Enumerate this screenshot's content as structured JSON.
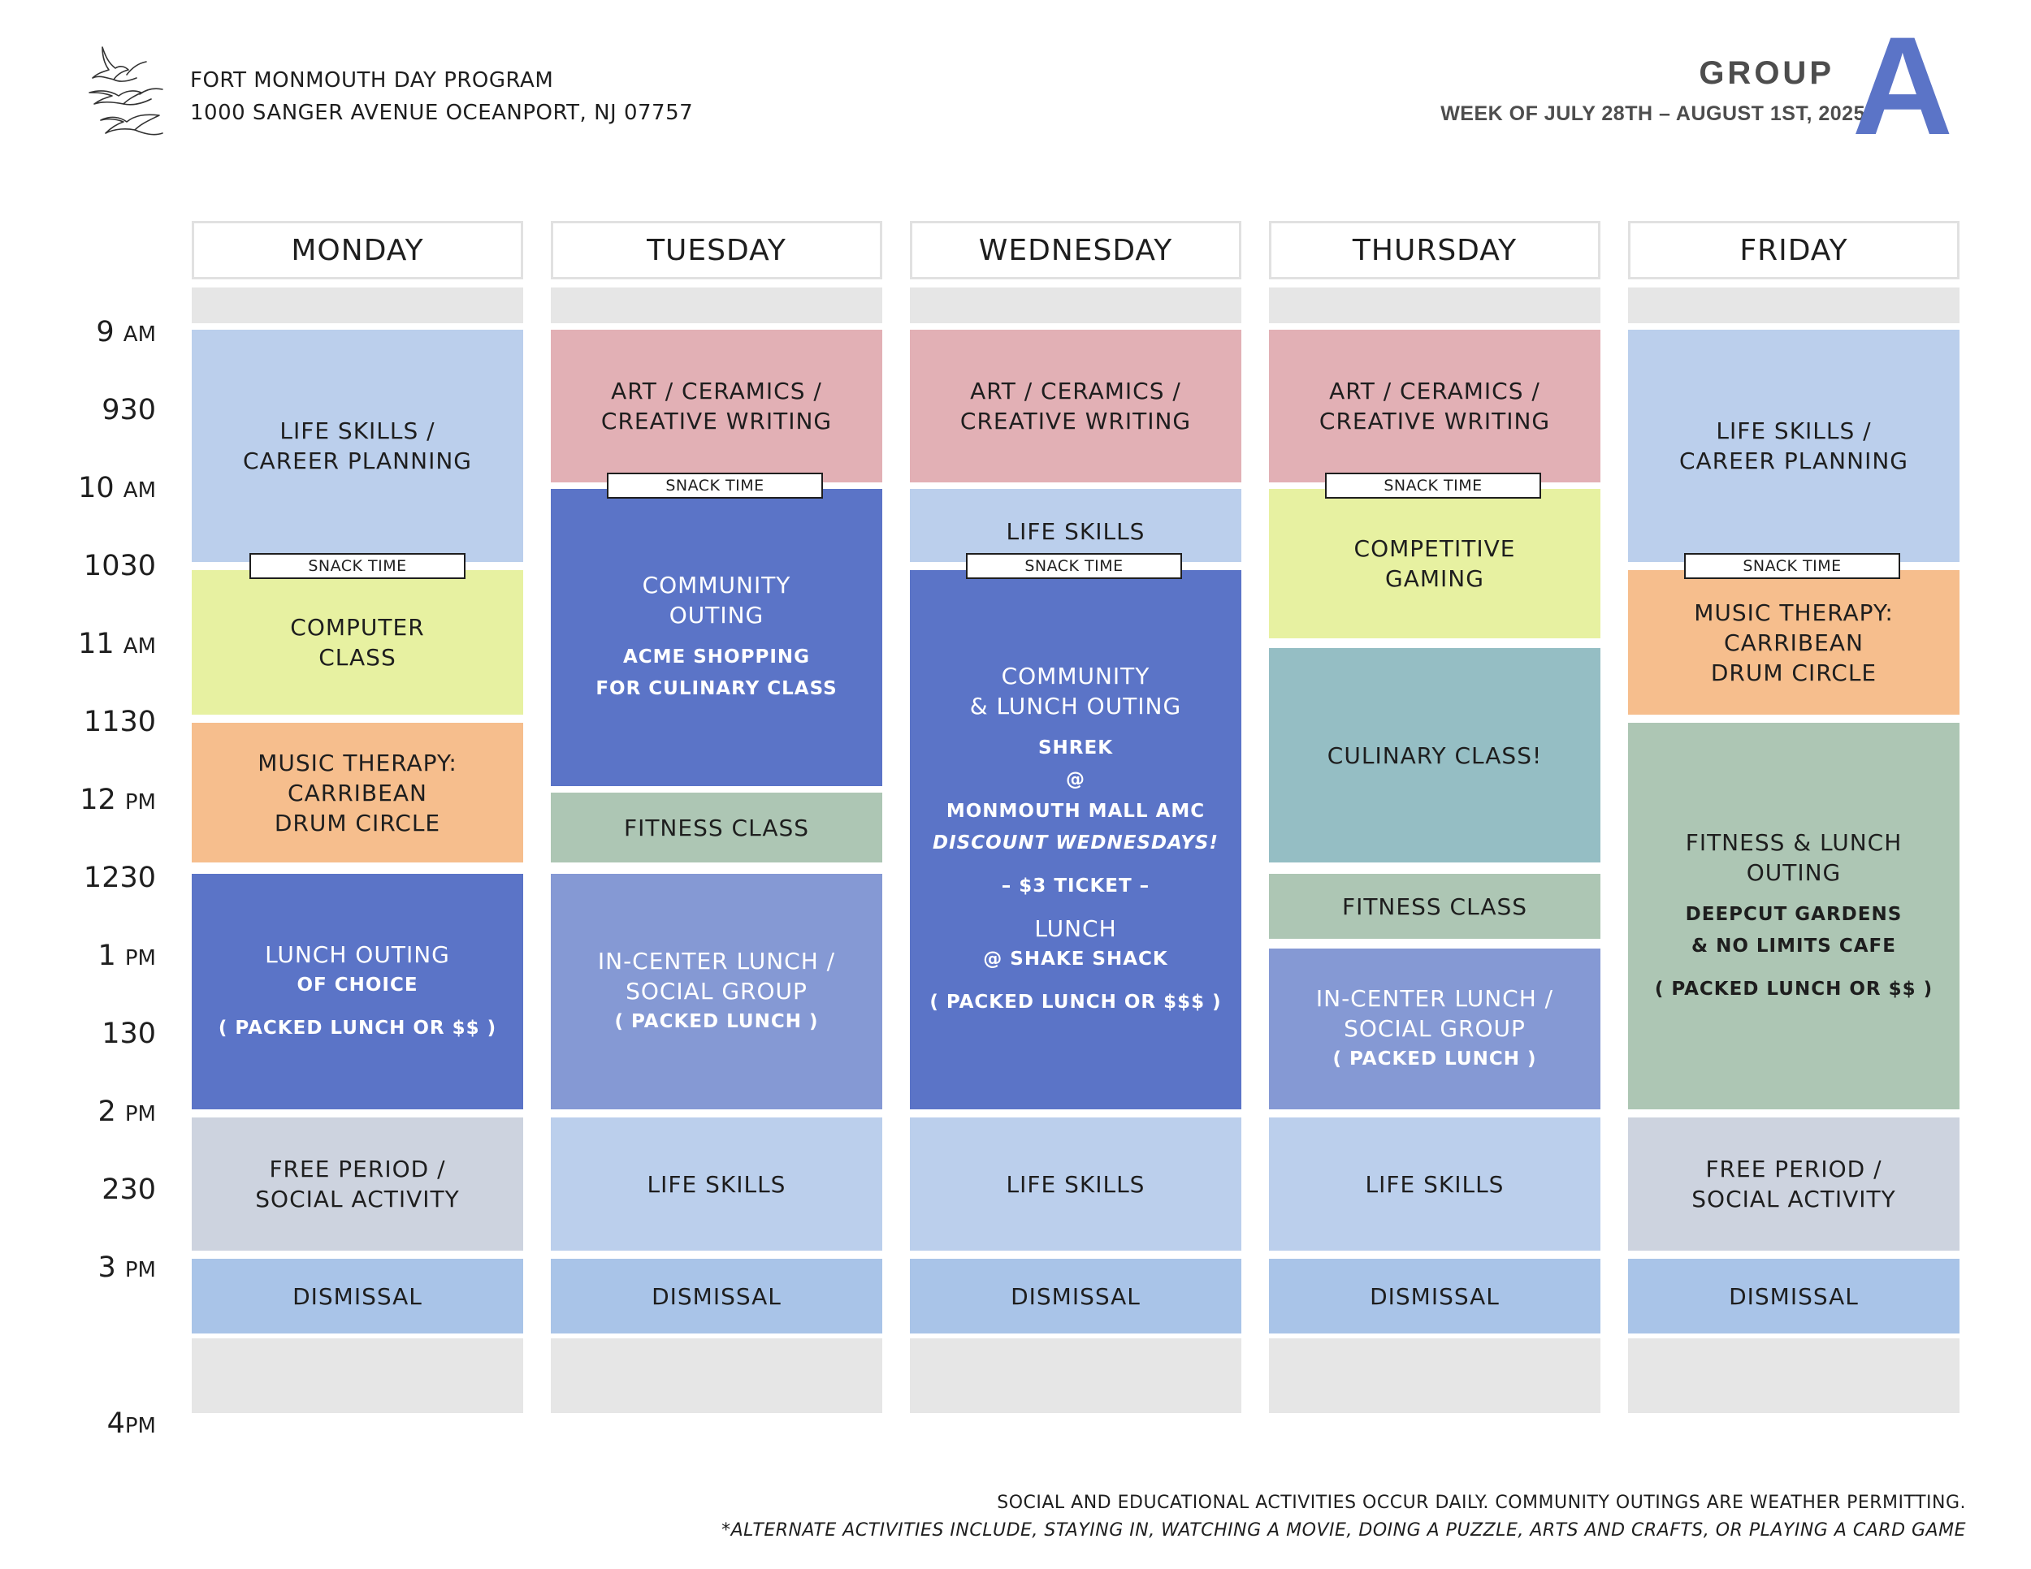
{
  "header": {
    "org_name": "FORT MONMOUTH DAY PROGRAM",
    "org_address": "1000 SANGER AVENUE OCEANPORT, NJ 07757",
    "group_label": "GROUP",
    "group_letter": "A",
    "week": "WEEK OF JULY 28TH – AUGUST 1ST, 2025",
    "logo_icon": "doves-logo-icon"
  },
  "colors": {
    "life_skills": "#bbcfec",
    "art": "#e2b0b5",
    "computer": "#e7f1a1",
    "music": "#f6be8d",
    "outing": "#5b74c7",
    "in_center": "#8599d4",
    "fitness": "#adc6b4",
    "culinary": "#95bec4",
    "free_period": "#cdd3df",
    "dismissal": "#a9c4e8",
    "empty": "#e6e6e6",
    "accent": "#5b74c7"
  },
  "days": [
    "MONDAY",
    "TUESDAY",
    "WEDNESDAY",
    "THURSDAY",
    "FRIDAY"
  ],
  "times": [
    {
      "n": "9",
      "ap": "AM"
    },
    {
      "n": "930",
      "ap": ""
    },
    {
      "n": "10",
      "ap": "AM"
    },
    {
      "n": "1030",
      "ap": ""
    },
    {
      "n": "11",
      "ap": "AM"
    },
    {
      "n": "1130",
      "ap": ""
    },
    {
      "n": "12",
      "ap": "PM"
    },
    {
      "n": "1230",
      "ap": ""
    },
    {
      "n": "1",
      "ap": "PM"
    },
    {
      "n": "130",
      "ap": ""
    },
    {
      "n": "2",
      "ap": "PM"
    },
    {
      "n": "230",
      "ap": ""
    },
    {
      "n": "3",
      "ap": "PM"
    },
    {
      "n": "4",
      "ap": "PM"
    }
  ],
  "schedule": {
    "monday": {
      "life_skills": "LIFE SKILLS /\nCAREER PLANNING",
      "snack": "SNACK TIME",
      "computer": "COMPUTER\nCLASS",
      "music": "MUSIC THERAPY:\nCARRIBEAN\nDRUM CIRCLE",
      "lunch_title": "LUNCH OUTING",
      "lunch_sub": "OF CHOICE",
      "lunch_note": "( PACKED LUNCH OR $$ )",
      "free": "FREE PERIOD /\nSOCIAL ACTIVITY",
      "dismissal": "DISMISSAL"
    },
    "tuesday": {
      "art": "ART / CERAMICS /\nCREATIVE WRITING",
      "snack": "SNACK TIME",
      "outing_title": "COMMUNITY\nOUTING",
      "outing_sub": "ACME SHOPPING\nFOR CULINARY CLASS",
      "fitness": "FITNESS CLASS",
      "lunch_title": "IN-CENTER LUNCH /\nSOCIAL GROUP",
      "lunch_note": "( PACKED LUNCH )",
      "life_skills": "LIFE SKILLS",
      "dismissal": "DISMISSAL"
    },
    "wednesday": {
      "art": "ART / CERAMICS /\nCREATIVE WRITING",
      "life_skills_am": "LIFE SKILLS",
      "snack": "SNACK TIME",
      "outing_title": "COMMUNITY\n& LUNCH OUTING",
      "movie": "SHREK",
      "at": "@",
      "venue": "MONMOUTH MALL AMC",
      "discount": "DISCOUNT WEDNESDAYS!",
      "ticket": "– $3 TICKET –",
      "lunch": "LUNCH",
      "lunch_venue": "@ SHAKE SHACK",
      "lunch_note": "( PACKED LUNCH OR $$$ )",
      "life_skills": "LIFE SKILLS",
      "dismissal": "DISMISSAL"
    },
    "thursday": {
      "art": "ART / CERAMICS /\nCREATIVE WRITING",
      "snack": "SNACK TIME",
      "gaming": "COMPETITIVE\nGAMING",
      "culinary": "CULINARY CLASS!",
      "fitness": "FITNESS CLASS",
      "lunch_title": "IN-CENTER LUNCH /\nSOCIAL GROUP",
      "lunch_note": "( PACKED LUNCH )",
      "life_skills": "LIFE SKILLS",
      "dismissal": "DISMISSAL"
    },
    "friday": {
      "life_skills": "LIFE SKILLS /\nCAREER PLANNING",
      "snack": "SNACK TIME",
      "music": "MUSIC THERAPY:\nCARRIBEAN\nDRUM CIRCLE",
      "fitness_title": "FITNESS & LUNCH\nOUTING",
      "fitness_sub": "DEEPCUT GARDENS\n& NO LIMITS CAFE",
      "fitness_note": "( PACKED LUNCH OR $$ )",
      "free": "FREE PERIOD /\nSOCIAL ACTIVITY",
      "dismissal": "DISMISSAL"
    }
  },
  "footer": {
    "line1": "SOCIAL AND EDUCATIONAL ACTIVITIES OCCUR DAILY.  COMMUNITY OUTINGS ARE WEATHER PERMITTING.",
    "line2": "*ALTERNATE ACTIVITIES INCLUDE, STAYING IN, WATCHING A MOVIE, DOING A PUZZLE, ARTS AND CRAFTS, OR PLAYING A CARD GAME"
  }
}
